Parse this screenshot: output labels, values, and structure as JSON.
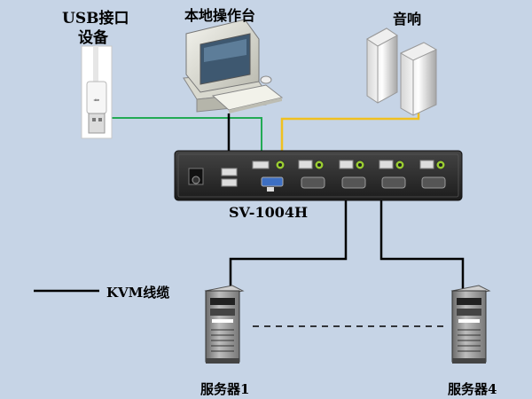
{
  "labels": {
    "usb_line1": "USB接口",
    "usb_line2": "设备",
    "console": "本地操作台",
    "speakers": "音响",
    "kvm_model": "SV-1004H",
    "legend_kvm_cable": "KVM线缆",
    "server1": "服务器1",
    "server4": "服务器4"
  },
  "colors": {
    "background": "#c6d4e6",
    "usb_line": "#22aa55",
    "audio_line": "#f0c020",
    "kvm_cable": "#000000",
    "kvm_body": "#2b2b2b",
    "port_green": "#9acd32"
  },
  "icons": {
    "usb_device": "usb-flash-drive-icon",
    "console": "desktop-computer-icon",
    "speakers": "speakers-icon",
    "kvm": "kvm-switch-icon",
    "server": "tower-server-icon"
  }
}
